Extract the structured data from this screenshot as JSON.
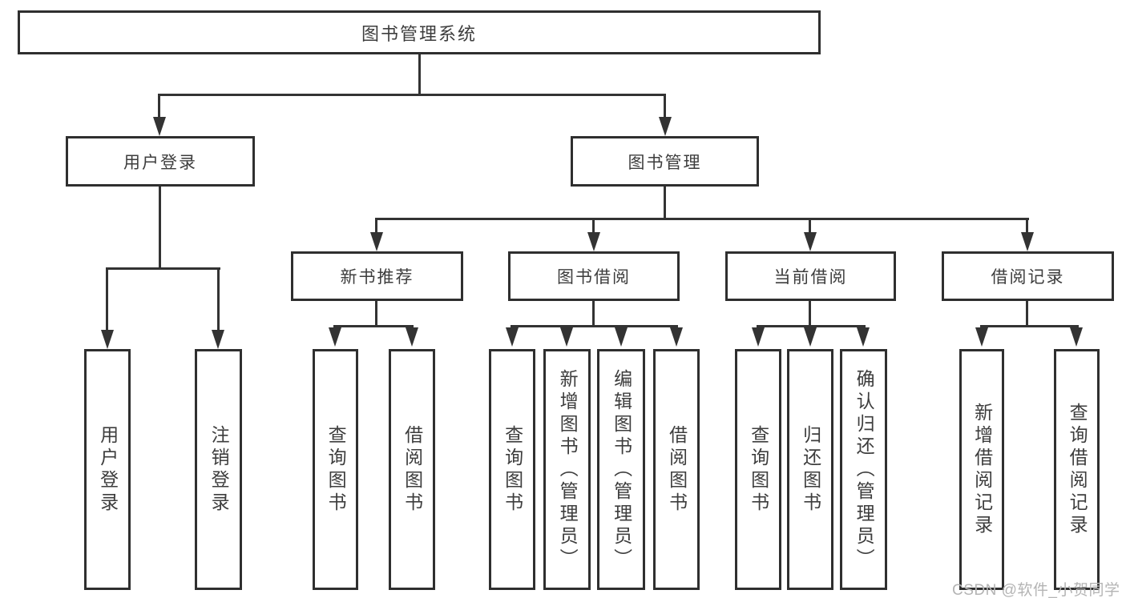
{
  "tree": {
    "root": "图书管理系统",
    "children": [
      {
        "label": "用户登录",
        "children": [
          "用户登录",
          "注销登录"
        ]
      },
      {
        "label": "图书管理",
        "children": [
          {
            "label": "新书推荐",
            "children": [
              "查询图书",
              "借阅图书"
            ]
          },
          {
            "label": "图书借阅",
            "children": [
              "查询图书",
              "新增图书（管理员）",
              "编辑图书（管理员）",
              "借阅图书"
            ]
          },
          {
            "label": "当前借阅",
            "children": [
              "查询图书",
              "归还图书",
              "确认归还（管理员）"
            ]
          },
          {
            "label": "借阅记录",
            "children": [
              "新增借阅记录",
              "查询借阅记录"
            ]
          }
        ]
      }
    ]
  },
  "watermark": {
    "text": "CSDN @软件_小贺同学"
  },
  "colors": {
    "background": "#ffffff",
    "box_border": "#2f2f2f",
    "connector": "#333333",
    "text": "#3d3d3d",
    "watermark_text": "#b4b4b4"
  }
}
